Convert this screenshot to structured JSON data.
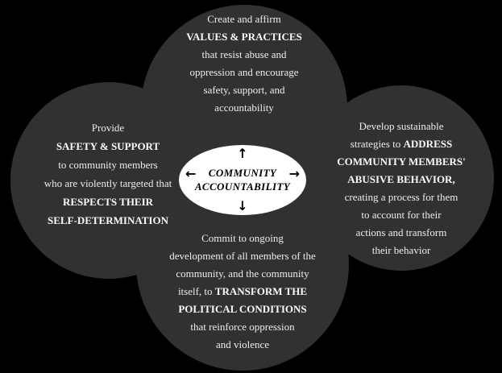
{
  "colors": {
    "background": "#000000",
    "circle_fill": "#313131",
    "circle_text": "#ededed",
    "center_fill": "#ffffff",
    "center_text": "#000000"
  },
  "center": {
    "line1": "COMMUNITY",
    "line2": "ACCOUNTABILITY",
    "arrow_up": "↑",
    "arrow_down": "↓",
    "arrow_left": "←",
    "arrow_right": "→"
  },
  "circles": {
    "top": {
      "name": "values-practices",
      "lines": [
        [
          {
            "t": "Create and affirm"
          }
        ],
        [
          {
            "t": "VALUES & PRACTICES",
            "b": true
          }
        ],
        [
          {
            "t": "that resist abuse and"
          }
        ],
        [
          {
            "t": "oppression and encourage"
          }
        ],
        [
          {
            "t": "safety, support, and"
          }
        ],
        [
          {
            "t": "accountability"
          }
        ]
      ]
    },
    "left": {
      "name": "safety-support",
      "lines": [
        [
          {
            "t": "Provide"
          }
        ],
        [
          {
            "t": "SAFETY & SUPPORT",
            "b": true
          }
        ],
        [
          {
            "t": "to community members"
          }
        ],
        [
          {
            "t": "who are violently targeted that"
          }
        ],
        [
          {
            "t": "RESPECTS THEIR",
            "b": true
          }
        ],
        [
          {
            "t": "SELF-DETERMINATION",
            "b": true
          }
        ]
      ]
    },
    "right": {
      "name": "abusive-behavior",
      "lines": [
        [
          {
            "t": "Develop sustainable"
          }
        ],
        [
          {
            "t": "strategies to "
          },
          {
            "t": "ADDRESS",
            "b": true
          }
        ],
        [
          {
            "t": "COMMUNITY MEMBERS'",
            "b": true
          }
        ],
        [
          {
            "t": "ABUSIVE BEHAVIOR,",
            "b": true
          }
        ],
        [
          {
            "t": "creating a process for them"
          }
        ],
        [
          {
            "t": "to account for their"
          }
        ],
        [
          {
            "t": "actions and transform"
          }
        ],
        [
          {
            "t": "their behavior"
          }
        ]
      ]
    },
    "bottom": {
      "name": "political-conditions",
      "lines": [
        [
          {
            "t": "Commit to ongoing"
          }
        ],
        [
          {
            "t": "development of all members of the"
          }
        ],
        [
          {
            "t": "community, and the community"
          }
        ],
        [
          {
            "t": "itself, to "
          },
          {
            "t": "TRANSFORM THE",
            "b": true
          }
        ],
        [
          {
            "t": "POLITICAL CONDITIONS",
            "b": true
          }
        ],
        [
          {
            "t": "that reinforce oppression"
          }
        ],
        [
          {
            "t": "and violence"
          }
        ]
      ]
    }
  }
}
